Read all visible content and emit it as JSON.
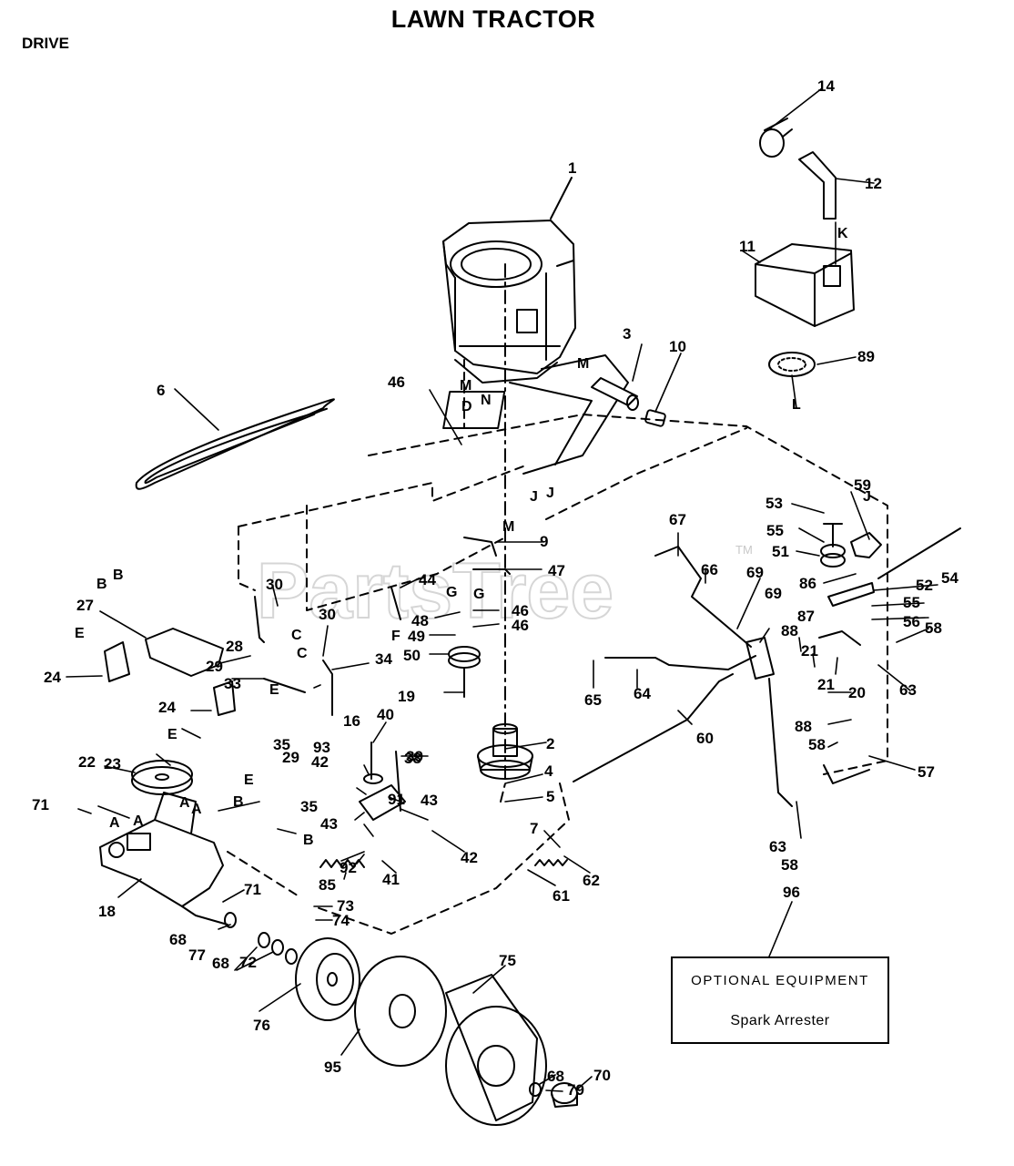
{
  "title": "LAWN TRACTOR",
  "subtitle": "DRIVE",
  "watermark": "PartsTree",
  "watermark_mark": "TM",
  "optional_box": {
    "heading": "OPTIONAL EQUIPMENT",
    "item": "Spark Arrester",
    "callout": "96"
  },
  "part_numbers": [
    "1",
    "2",
    "3",
    "4",
    "5",
    "6",
    "7",
    "9",
    "10",
    "11",
    "12",
    "14",
    "16",
    "18",
    "19",
    "20",
    "21",
    "21",
    "22",
    "23",
    "24",
    "24",
    "27",
    "28",
    "29",
    "29",
    "30",
    "30",
    "33",
    "34",
    "35",
    "35",
    "38",
    "39",
    "40",
    "41",
    "42",
    "42",
    "43",
    "43",
    "44",
    "46",
    "46",
    "46",
    "47",
    "48",
    "49",
    "50",
    "51",
    "52",
    "53",
    "54",
    "55",
    "55",
    "56",
    "57",
    "58",
    "58",
    "58",
    "59",
    "60",
    "61",
    "62",
    "63",
    "63",
    "64",
    "65",
    "66",
    "67",
    "68",
    "68",
    "68",
    "69",
    "69",
    "70",
    "71",
    "71",
    "72",
    "73",
    "74",
    "75",
    "76",
    "77",
    "79",
    "85",
    "86",
    "87",
    "88",
    "88",
    "89",
    "91",
    "92",
    "93",
    "95",
    "96"
  ],
  "reference_letters": [
    "A",
    "A",
    "A",
    "A",
    "B",
    "B",
    "B",
    "B",
    "C",
    "C",
    "D",
    "E",
    "E",
    "E",
    "E",
    "F",
    "G",
    "G",
    "J",
    "J",
    "J",
    "K",
    "L",
    "M",
    "M",
    "M",
    "N"
  ]
}
